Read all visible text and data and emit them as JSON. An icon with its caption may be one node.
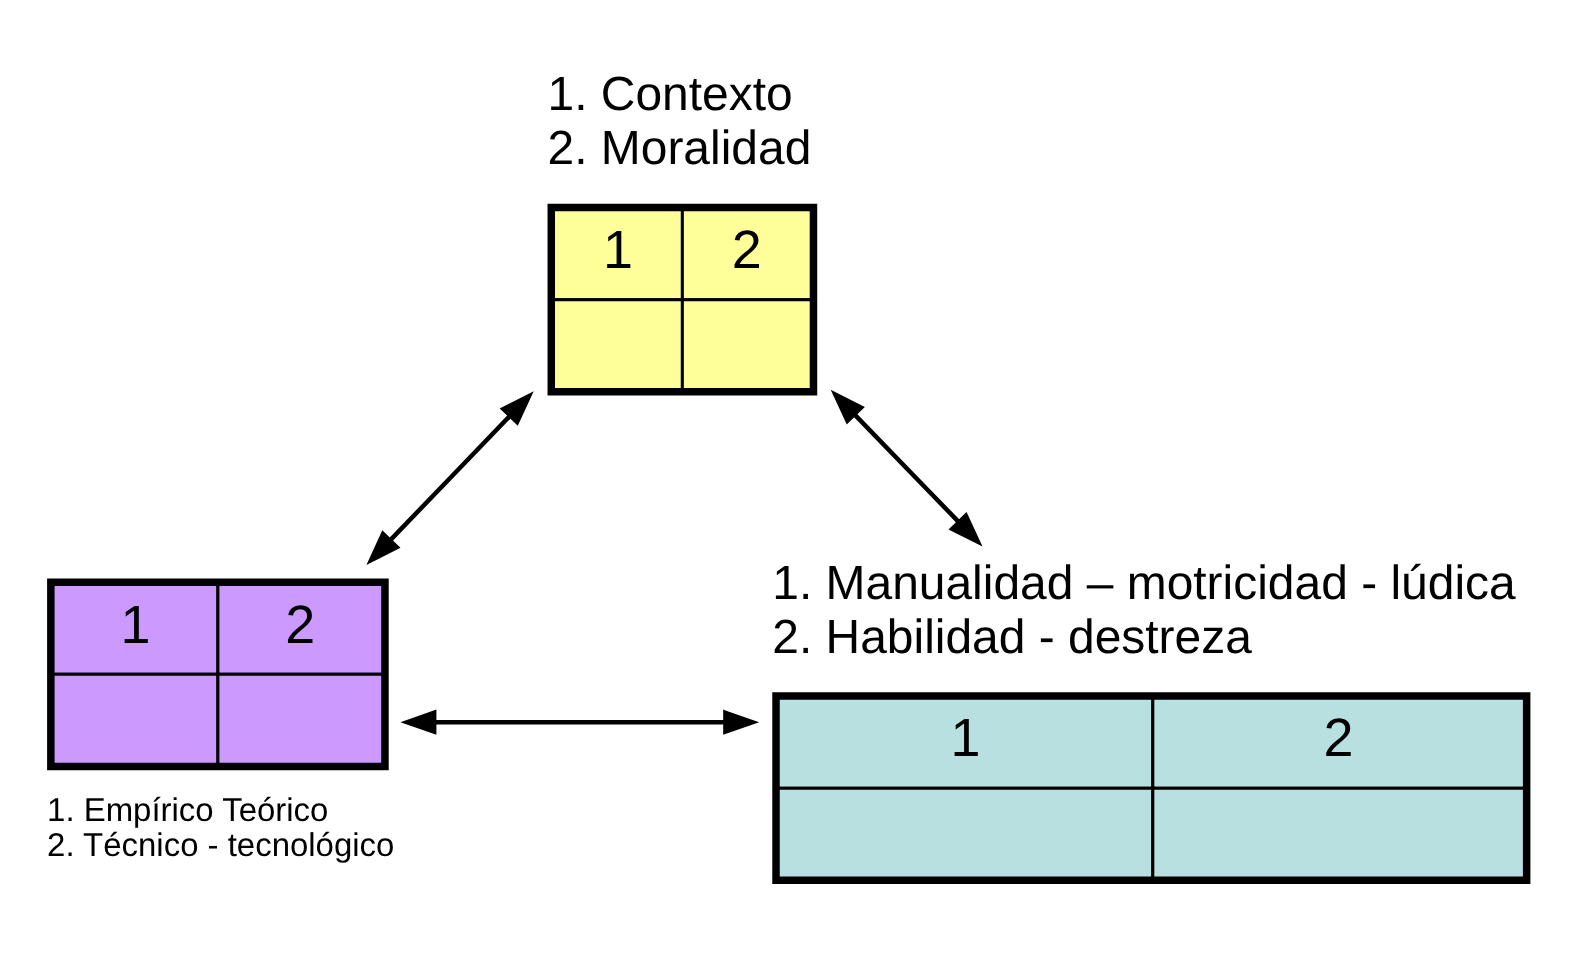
{
  "diagram": {
    "nodes": [
      {
        "text": [
          "1",
          "2"
        ],
        "beside": [
          "1. Contexto",
          "2. Moralidad"
        ]
      },
      {
        "text": [
          "1",
          "2"
        ],
        "beside": [
          "1. Empírico Teórico",
          "2. Técnico - tecnológico"
        ]
      },
      {
        "text": [
          "1",
          "2"
        ],
        "beside": [
          "1. Manualidad – motricidad - lúdica",
          "2. Habilidad - destreza"
        ]
      }
    ],
    "edges": [
      {
        "from": 0,
        "to": 1,
        "arrow": "both"
      },
      {
        "from": 0,
        "to": 2,
        "arrow": "both"
      },
      {
        "from": 1,
        "to": 2,
        "arrow": "both"
      }
    ]
  }
}
